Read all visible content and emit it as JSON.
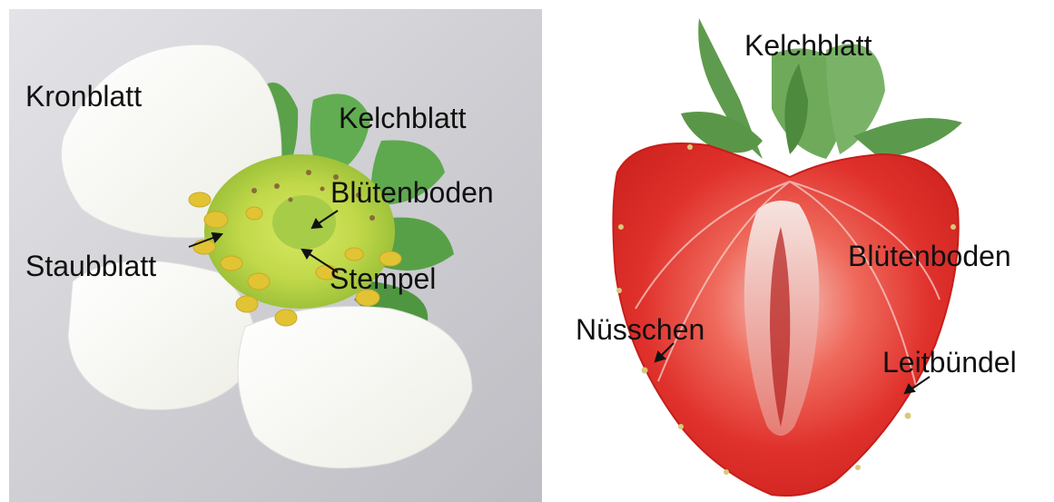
{
  "flower": {
    "labels": {
      "petal": "Kronblatt",
      "sepal": "Kelchblatt",
      "receptacle": "Blütenboden",
      "stamen": "Staubblatt",
      "pistil": "Stempel"
    }
  },
  "strawberry": {
    "labels": {
      "sepal": "Kelchblatt",
      "receptacle": "Blütenboden",
      "achene": "Nüsschen",
      "vascular_bundle": "Leitbündel"
    }
  },
  "colors": {
    "petal": "#f8f8f2",
    "sepal": "#5ea84e",
    "receptacle": "#c9dc4a",
    "stamen": "#e2c334",
    "berry_flesh": "#e0312c",
    "berry_core": "#f4d7d2",
    "achene": "#d8c97a"
  }
}
